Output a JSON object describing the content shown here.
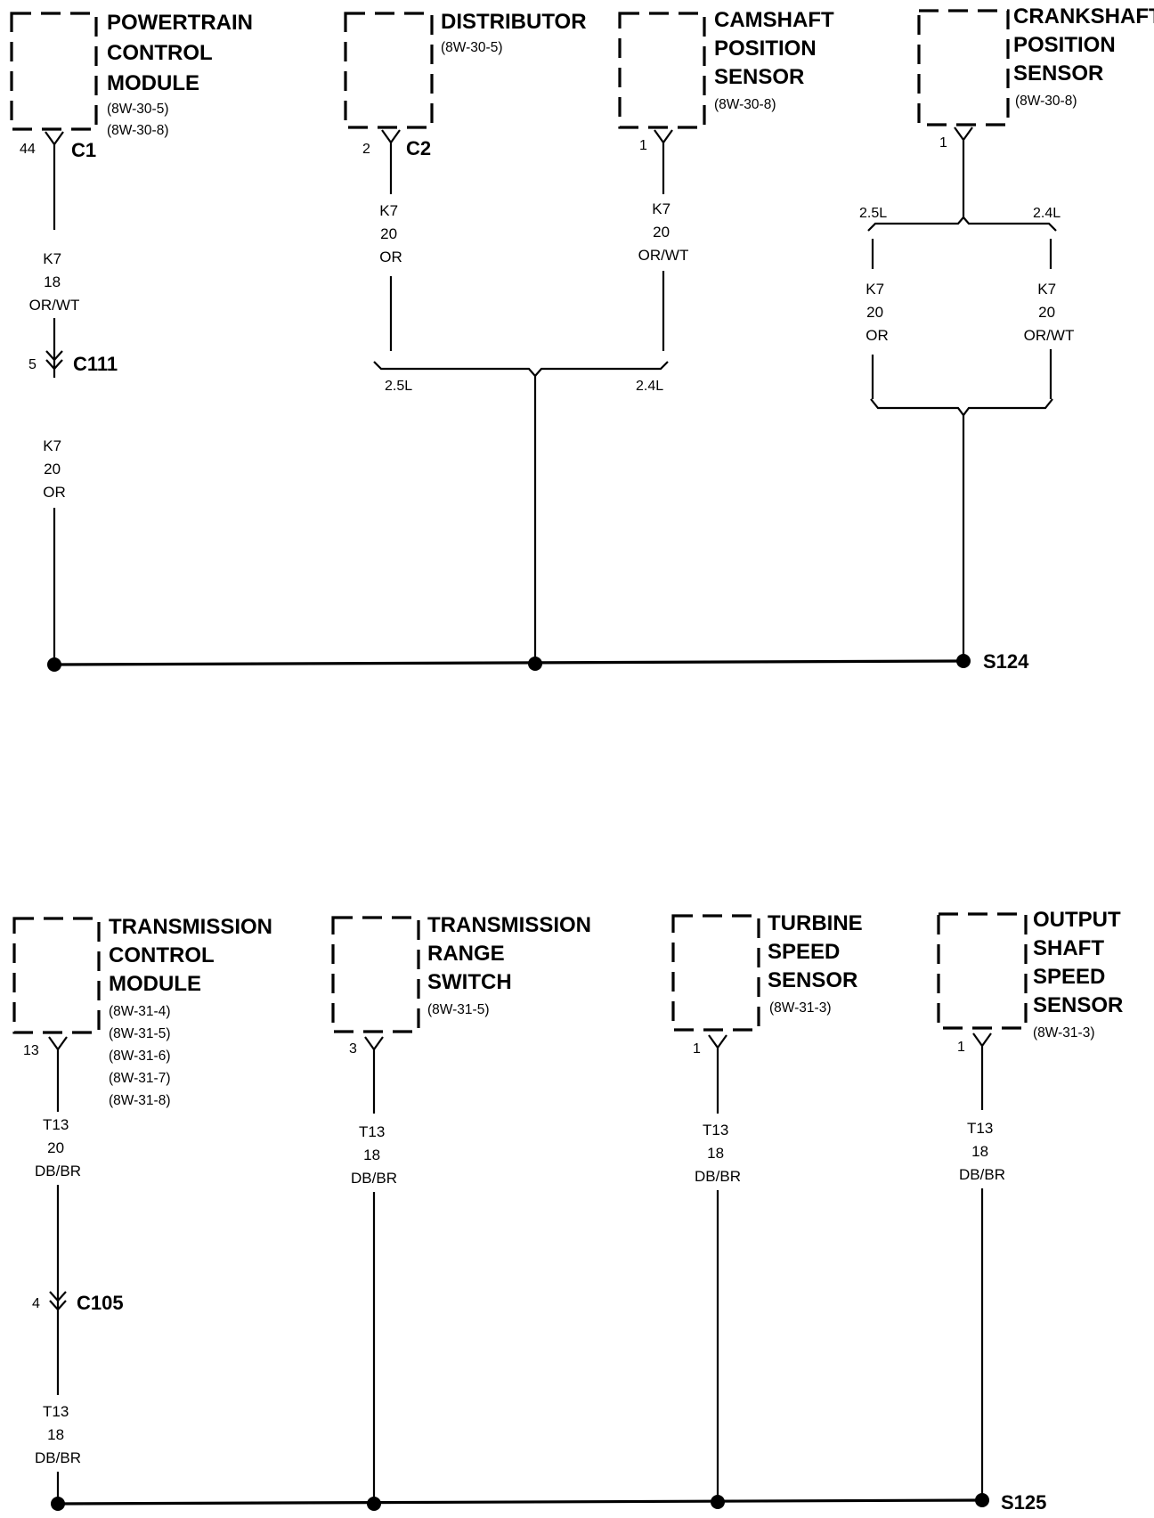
{
  "top_circuit": {
    "components": {
      "pcm": {
        "name": [
          "POWERTRAIN",
          "CONTROL",
          "MODULE"
        ],
        "refs": [
          "(8W-30-5)",
          "(8W-30-8)"
        ],
        "pin": "44",
        "connector": "C1"
      },
      "distributor": {
        "name": [
          "DISTRIBUTOR"
        ],
        "refs": [
          "(8W-30-5)"
        ],
        "pin": "2",
        "connector": "C2"
      },
      "cmp": {
        "name": [
          "CAMSHAFT",
          "POSITION",
          "SENSOR"
        ],
        "refs": [
          "(8W-30-8)"
        ],
        "pin": "1"
      },
      "ckp": {
        "name": [
          "CRANKSHAFT",
          "POSITION",
          "SENSOR"
        ],
        "refs": [
          "(8W-30-8)"
        ],
        "pin": "1"
      }
    },
    "wires": {
      "pcm_upper": {
        "circuit": "K7",
        "gauge": "18",
        "color": "OR/WT"
      },
      "pcm_lower": {
        "circuit": "K7",
        "gauge": "20",
        "color": "OR"
      },
      "distributor": {
        "circuit": "K7",
        "gauge": "20",
        "color": "OR"
      },
      "cmp": {
        "circuit": "K7",
        "gauge": "20",
        "color": "OR/WT"
      },
      "ckp_left": {
        "circuit": "K7",
        "gauge": "20",
        "color": "OR"
      },
      "ckp_right": {
        "circuit": "K7",
        "gauge": "20",
        "color": "OR/WT"
      }
    },
    "inline_connector": {
      "pin": "5",
      "name": "C111"
    },
    "options": {
      "left": "2.5L",
      "right": "2.4L"
    },
    "splice": "S124"
  },
  "bottom_circuit": {
    "components": {
      "tcm": {
        "name": [
          "TRANSMISSION",
          "CONTROL",
          "MODULE"
        ],
        "refs": [
          "(8W-31-4)",
          "(8W-31-5)",
          "(8W-31-6)",
          "(8W-31-7)",
          "(8W-31-8)"
        ],
        "pin": "13"
      },
      "trs": {
        "name": [
          "TRANSMISSION",
          "RANGE",
          "SWITCH"
        ],
        "refs": [
          "(8W-31-5)"
        ],
        "pin": "3"
      },
      "tss": {
        "name": [
          "TURBINE",
          "SPEED",
          "SENSOR"
        ],
        "refs": [
          "(8W-31-3)"
        ],
        "pin": "1"
      },
      "oss": {
        "name": [
          "OUTPUT",
          "SHAFT",
          "SPEED",
          "SENSOR"
        ],
        "refs": [
          "(8W-31-3)"
        ],
        "pin": "1"
      }
    },
    "wires": {
      "tcm_upper": {
        "circuit": "T13",
        "gauge": "20",
        "color": "DB/BR"
      },
      "tcm_lower": {
        "circuit": "T13",
        "gauge": "18",
        "color": "DB/BR"
      },
      "trs": {
        "circuit": "T13",
        "gauge": "18",
        "color": "DB/BR"
      },
      "tss": {
        "circuit": "T13",
        "gauge": "18",
        "color": "DB/BR"
      },
      "oss": {
        "circuit": "T13",
        "gauge": "18",
        "color": "DB/BR"
      }
    },
    "inline_connector": {
      "pin": "4",
      "name": "C105"
    },
    "splice": "S125"
  }
}
